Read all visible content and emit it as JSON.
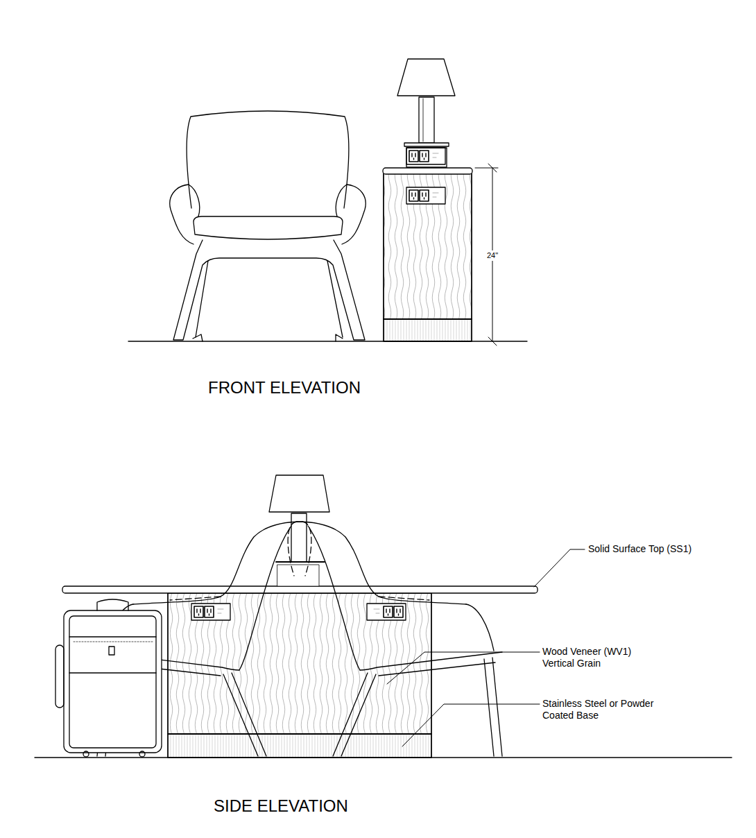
{
  "diagram": {
    "labels": [
      "24\"",
      "FRONT ELEVATION",
      "Solid Surface Top (SS1)",
      "Wood Veneer (WV1) Vertical Grain",
      "Stainless Steel or Powder Coated Base",
      "SIDE ELEVATION"
    ]
  }
}
